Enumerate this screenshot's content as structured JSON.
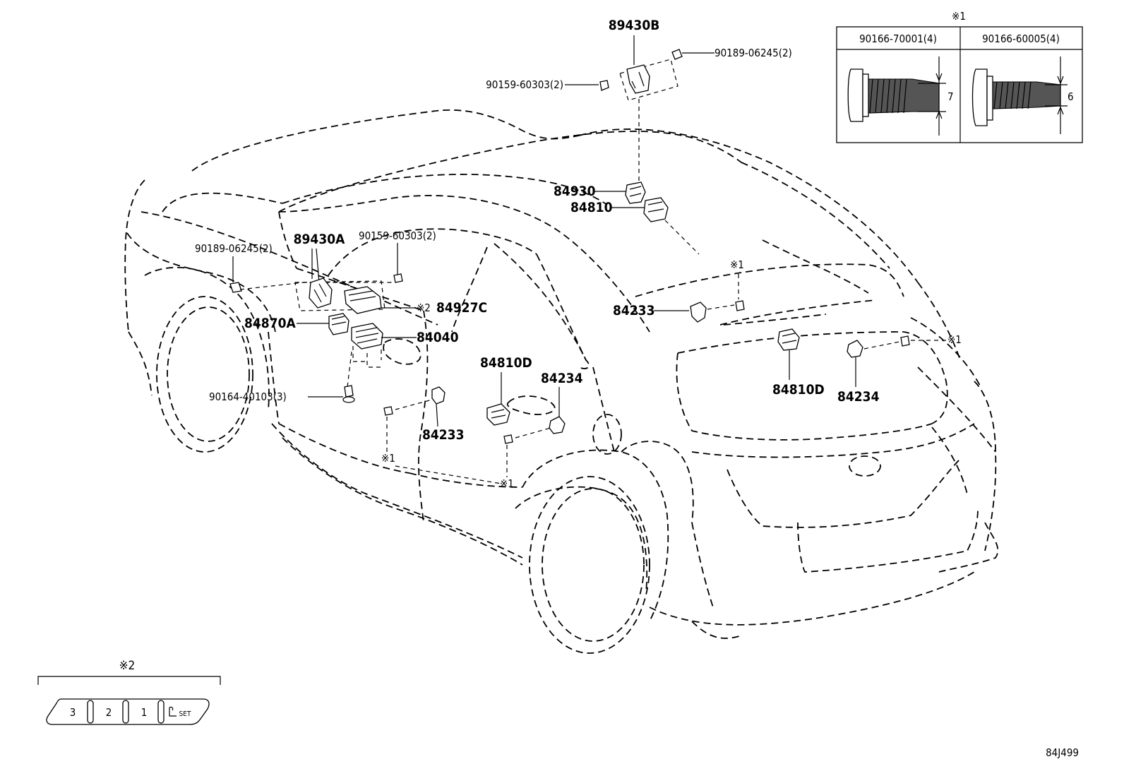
{
  "labels": {
    "p89430B": "89430B",
    "p90189_top": "90189-06245(2)",
    "p90159_top": "90159-60303(2)",
    "p89430A": "89430A",
    "p90159_mid": "90159-60303(2)",
    "p90189_left": "90189-06245(2)",
    "p84927C": "84927C",
    "p84870A": "84870A",
    "p84040": "84040",
    "p90164": "90164-40103(3)",
    "p84233_door": "84233",
    "p84810D_door": "84810D",
    "p84234_door": "84234",
    "p84930": "84930",
    "p84810": "84810",
    "p84233_rear": "84233",
    "p84810D_rear": "84810D",
    "p84234_rear": "84234"
  },
  "refs": {
    "ref_top_table": "※1",
    "ref_84927C": "※2",
    "ref_rear_screw": "※1",
    "ref_84234_rear": "※1",
    "ref_door_screw": "※1",
    "ref_door_low": "※1",
    "ref_switch_box": "※2"
  },
  "screw_table": {
    "col1_header": "90166-70001(4)",
    "col2_header": "90166-60005(4)",
    "col1_dim": "7",
    "col2_dim": "6"
  },
  "switch_panel": {
    "btn_3": "3",
    "btn_2": "2",
    "btn_1": "1",
    "btn_set": "SET"
  },
  "diagram_code": "84J499"
}
